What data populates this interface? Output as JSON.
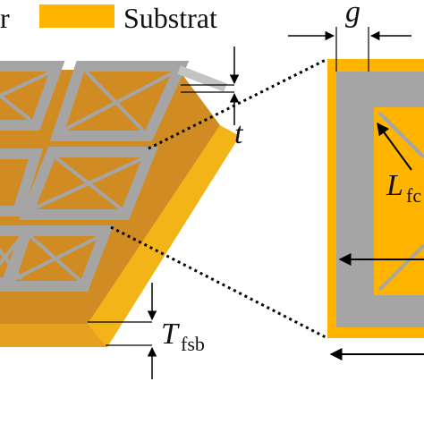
{
  "colors": {
    "substrate_top": "#d08c23",
    "substrate_edge": "#f3b418",
    "substrate_light": "#ffb400",
    "metal": "#a5a5a5",
    "metal_light": "#c3c3c3",
    "line": "#000000",
    "background": "#ffffff"
  },
  "legend": {
    "partial_label": "r",
    "substrate_label": "Substrat"
  },
  "labels": {
    "gap": "g",
    "metal_thickness": "t",
    "substrate_thickness_main": "T",
    "substrate_thickness_sub": "fsb",
    "length_main": "L",
    "length_sub": "fc"
  }
}
